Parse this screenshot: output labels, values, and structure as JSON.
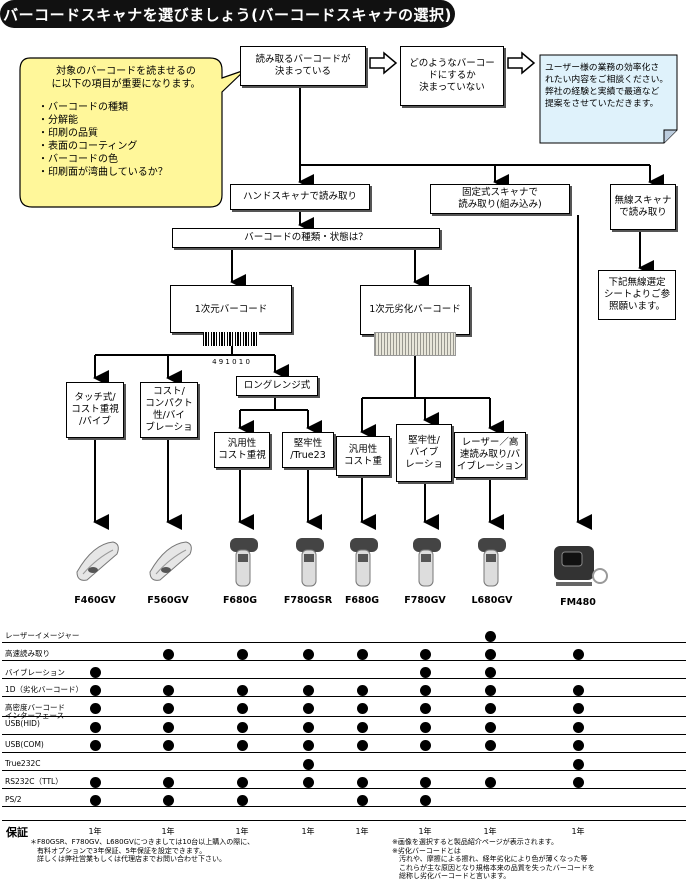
{
  "title": "バーコードスキャナを選びましょう(バーコードスキャナの選択)",
  "callout": {
    "intro": "対象のバーコードを読ませるの\nに以下の項目が重要になります。",
    "items": [
      "・バーコードの種類",
      "・分解能",
      "・印刷の品質",
      "・表面のコーティング",
      "・バーコードの色",
      "・印刷面が湾曲しているか？"
    ]
  },
  "flow": {
    "known": "読み取るバーコードが\n決まっている",
    "unknown": "どのようなバーコー\nドにするか\n決まっていない",
    "consult": "ユーザー様の業務の効率化さ\nれたい内容をご相談ください。\n弊社の経験と実績で最適など\n提案をさせていただきます。",
    "handheld": "ハンドスキャナで読み取り",
    "fixed": "固定式スキャナで\n読み取り(組み込み)",
    "wireless": "無線スキャナ\nで読み取り",
    "wireless_note": "下記無線選定\nシートよりご参\n照願います。",
    "barcode_question": "バーコードの種類・状態は？",
    "oned": "1次元バーコード",
    "oned_digits": "4 9 1 0 1 0",
    "degraded": "1次元劣化バーコード",
    "touch": "タッチ式/\nコスト重視\n/バイブ",
    "compact": "コスト/\nコンパクト\n性/バイ\nブレーショ",
    "longrange": "ロングレンジ式",
    "general1": "汎用性\nコスト重視",
    "robust1": "堅牢性\n/True23",
    "general2": "汎用性\nコスト重",
    "robust2": "堅牢性/\nバイブ\nレーショ",
    "laser": "レーザー／高\n速読み取り/バ\nイブレーション"
  },
  "models": [
    "F460GV",
    "F560GV",
    "F680G",
    "F780GSR",
    "F680G",
    "F780GV",
    "L680GV",
    "FM480"
  ],
  "features": [
    {
      "label": "レーザーイメージャー",
      "dots": [
        0,
        0,
        0,
        0,
        0,
        0,
        1,
        0
      ]
    },
    {
      "label": "高速読み取り",
      "dots": [
        0,
        1,
        1,
        1,
        1,
        1,
        1,
        1
      ]
    },
    {
      "label": "バイブレーション",
      "dots": [
        1,
        0,
        0,
        0,
        0,
        1,
        1,
        0
      ]
    },
    {
      "label": "1D（劣化バーコード）",
      "dots": [
        1,
        1,
        1,
        1,
        1,
        1,
        1,
        1
      ]
    },
    {
      "label": "高密度バーコード\nインターフェース\nUSB(HID)",
      "dots": [
        1,
        1,
        1,
        1,
        1,
        1,
        1,
        1
      ]
    },
    {
      "label": "",
      "dots": [
        1,
        1,
        1,
        1,
        1,
        1,
        1,
        1
      ]
    },
    {
      "label": "USB(COM)",
      "dots": [
        1,
        1,
        1,
        1,
        1,
        1,
        1,
        1
      ]
    },
    {
      "label": "True232C",
      "dots": [
        0,
        0,
        0,
        1,
        0,
        0,
        0,
        1
      ]
    },
    {
      "label": "RS232C（TTL）",
      "dots": [
        1,
        1,
        1,
        1,
        1,
        1,
        1,
        1
      ]
    },
    {
      "label": "PS/2",
      "dots": [
        1,
        1,
        1,
        0,
        1,
        1,
        0,
        0
      ]
    }
  ],
  "warranty": {
    "label": "保証",
    "values": [
      "1年",
      "1年",
      "1年",
      "1年",
      "1年",
      "1年",
      "1年",
      "1年"
    ]
  },
  "footnote_left": "＊F80GSR、F780GV、L680GVにつきましては10台以上購入の際に、\n　有料オプションで3年保証、5年保証を設定できます。\n　詳しくは弊社営業もしくは代理店までお問い合わせ下さい。",
  "footnote_right": "※画像を選択すると製品紹介ページが表示されます。\n※劣化バーコードとは\n　汚れや、摩擦による擦れ、経年劣化により色が薄くなった等\n　これらが主な原因となり規格本来の品質を失ったバーコードを\n　総称し劣化バーコードと言います。",
  "colors": {
    "title_bg": "#111111",
    "callout": "#fff79a",
    "consult": "#dff2fb",
    "degraded_bg": "#e8e6da"
  }
}
